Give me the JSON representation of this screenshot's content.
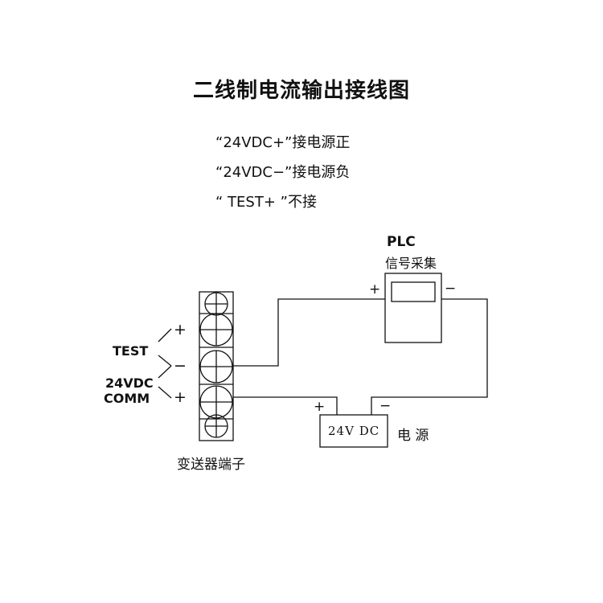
{
  "title": "二线制电流输出接线图",
  "notes": [
    "“24VDC+”接电源正",
    "“24VDC−”接电源负",
    "“ TEST+ ”不接"
  ],
  "terminal_block": {
    "label": "变送器端子",
    "signs": [
      "+",
      "−",
      "+"
    ],
    "test_label": "TEST",
    "comm_label_line1": "24VDC",
    "comm_label_line2": "COMM"
  },
  "plc": {
    "title": "PLC",
    "subtitle": "信号采集",
    "plus": "+",
    "minus": "−"
  },
  "power_supply": {
    "label": "24V DC",
    "name": "电 源",
    "plus": "+",
    "minus": "−"
  },
  "colors": {
    "line": "#111111",
    "background": "#ffffff"
  }
}
